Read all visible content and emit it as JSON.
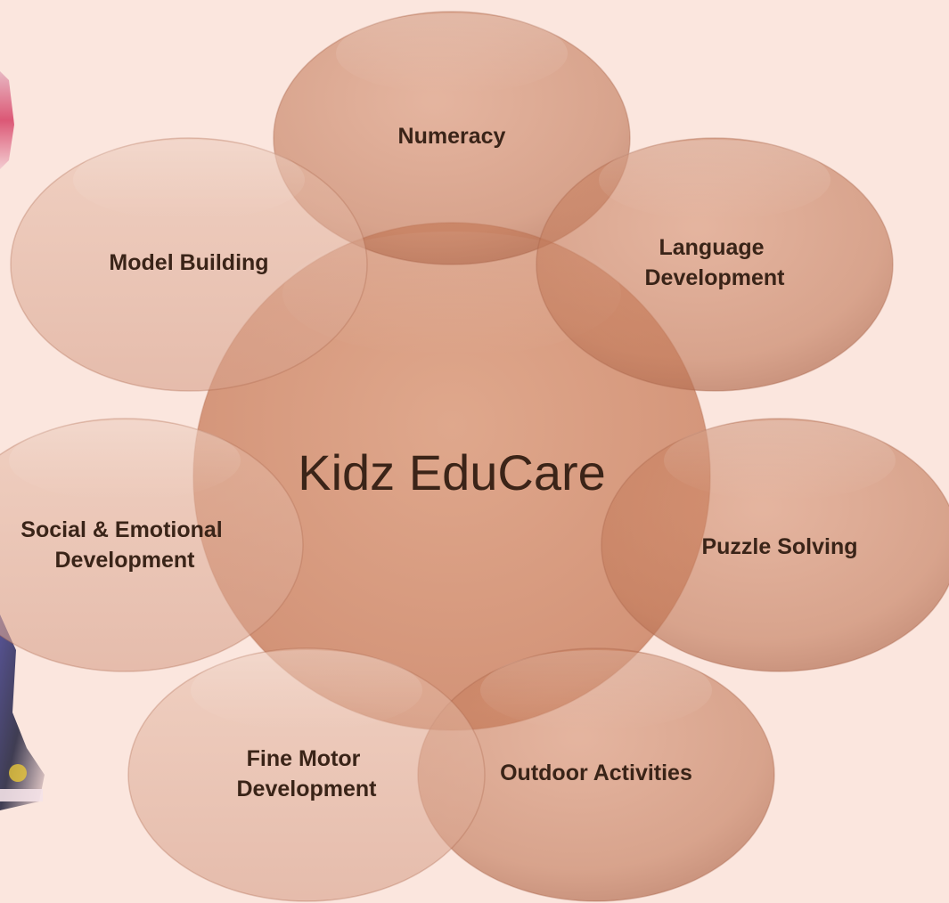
{
  "diagram": {
    "center": {
      "label": "Kidz EduCare"
    },
    "nodes": [
      {
        "id": "numeracy",
        "lines": [
          "Numeracy"
        ]
      },
      {
        "id": "language-development",
        "lines": [
          "Language",
          "Development"
        ]
      },
      {
        "id": "puzzle-solving",
        "lines": [
          "Puzzle Solving"
        ]
      },
      {
        "id": "outdoor-activities",
        "lines": [
          "Outdoor Activities"
        ]
      },
      {
        "id": "fine-motor-development",
        "lines": [
          "Fine Motor",
          "Development"
        ]
      },
      {
        "id": "social-emotional-development",
        "lines": [
          "Social & Emotional",
          "Development"
        ]
      },
      {
        "id": "model-building",
        "lines": [
          "Model Building"
        ]
      }
    ]
  },
  "colors": {
    "background": "#fbe6de",
    "ellipse_fill": "#c98060",
    "ellipse_edge": "#b06a4a",
    "text": "#3a2418"
  }
}
